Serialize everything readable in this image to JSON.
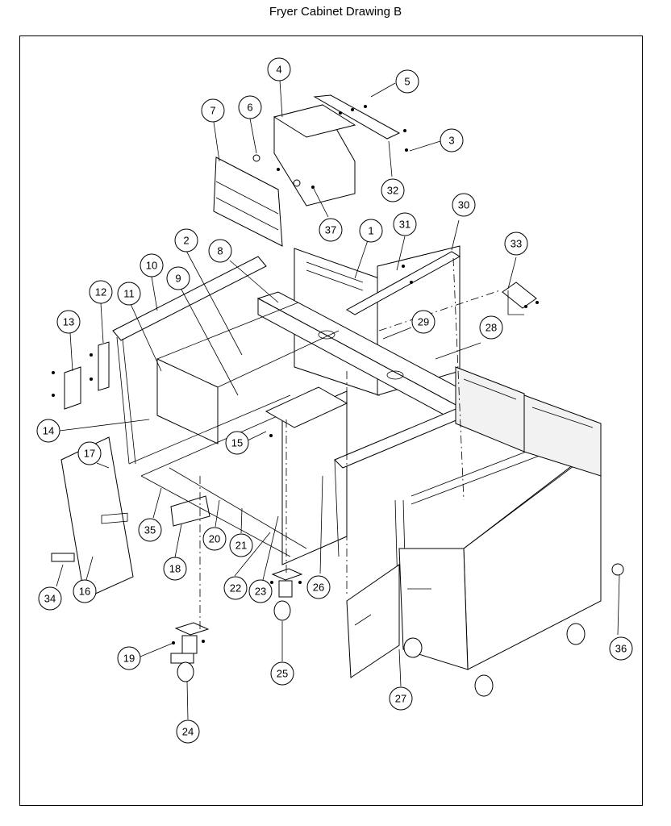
{
  "title": "Fryer Cabinet Drawing B",
  "callouts": [
    {
      "id": "1",
      "label": "1"
    },
    {
      "id": "2",
      "label": "2"
    },
    {
      "id": "3",
      "label": "3"
    },
    {
      "id": "4",
      "label": "4"
    },
    {
      "id": "5",
      "label": "5"
    },
    {
      "id": "6",
      "label": "6"
    },
    {
      "id": "7",
      "label": "7"
    },
    {
      "id": "8",
      "label": "8"
    },
    {
      "id": "9",
      "label": "9"
    },
    {
      "id": "10",
      "label": "10"
    },
    {
      "id": "11",
      "label": "11"
    },
    {
      "id": "12",
      "label": "12"
    },
    {
      "id": "13",
      "label": "13"
    },
    {
      "id": "14",
      "label": "14"
    },
    {
      "id": "15",
      "label": "15"
    },
    {
      "id": "16",
      "label": "16"
    },
    {
      "id": "17",
      "label": "17"
    },
    {
      "id": "18",
      "label": "18"
    },
    {
      "id": "19",
      "label": "19"
    },
    {
      "id": "20",
      "label": "20"
    },
    {
      "id": "21",
      "label": "21"
    },
    {
      "id": "22",
      "label": "22"
    },
    {
      "id": "23",
      "label": "23"
    },
    {
      "id": "24",
      "label": "24"
    },
    {
      "id": "25",
      "label": "25"
    },
    {
      "id": "26",
      "label": "26"
    },
    {
      "id": "27",
      "label": "27"
    },
    {
      "id": "28",
      "label": "28"
    },
    {
      "id": "29",
      "label": "29"
    },
    {
      "id": "30",
      "label": "30"
    },
    {
      "id": "31",
      "label": "31"
    },
    {
      "id": "32",
      "label": "32"
    },
    {
      "id": "33",
      "label": "33"
    },
    {
      "id": "34",
      "label": "34"
    },
    {
      "id": "35",
      "label": "35"
    },
    {
      "id": "36",
      "label": "36"
    },
    {
      "id": "37",
      "label": "37"
    }
  ]
}
